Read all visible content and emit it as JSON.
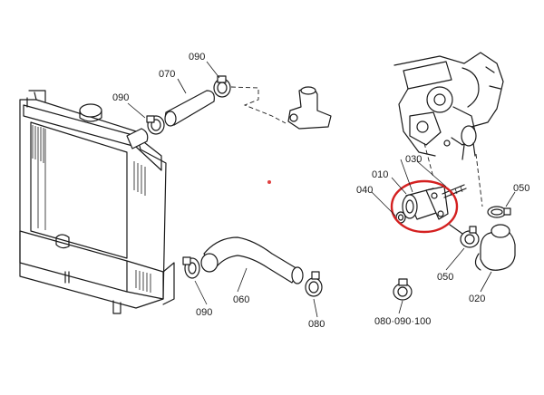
{
  "diagram": {
    "labels": {
      "p070": "070",
      "p090_top": "090",
      "p090_left": "090",
      "p090_bottom": "090",
      "p060": "060",
      "p080": "080",
      "p030": "030",
      "p010": "010",
      "p040": "040",
      "p050_right": "050",
      "p050_bottom": "050",
      "p020": "020",
      "p080_090_100": "080·090·100"
    },
    "highlight_color": "#d42020",
    "marker_color": "#e04040"
  }
}
